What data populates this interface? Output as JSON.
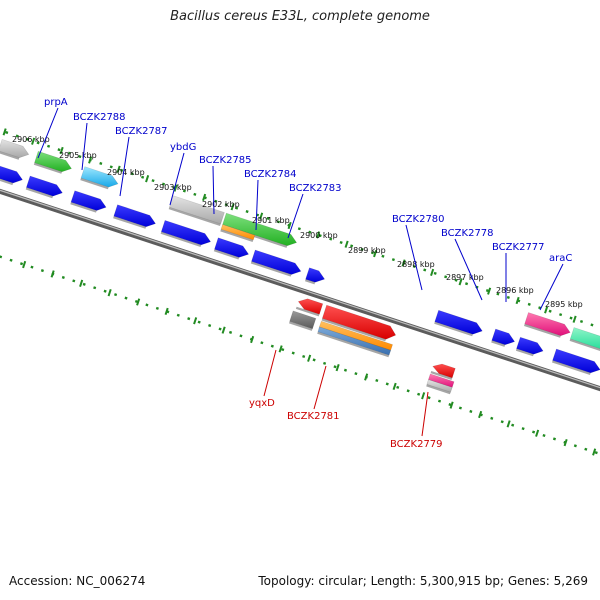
{
  "header": {
    "title": "Bacillus cereus E33L, complete genome"
  },
  "footer": {
    "accession": "Accession: NC_006274",
    "topology": "Topology: circular; Length: 5,300,915 bp; Genes: 5,269"
  },
  "colors": {
    "forward_label": "#0000cc",
    "reverse_label": "#cc0000",
    "axis": "#808080",
    "tick": "#228b22"
  },
  "scale_ticks": [
    {
      "label": "2906 kbp",
      "kbp": 2906
    },
    {
      "label": "2905 kbp",
      "kbp": 2905
    },
    {
      "label": "2904 kbp",
      "kbp": 2904
    },
    {
      "label": "2903 kbp",
      "kbp": 2903
    },
    {
      "label": "2902 kbp",
      "kbp": 2902
    },
    {
      "label": "2901 kbp",
      "kbp": 2901
    },
    {
      "label": "2900 kbp",
      "kbp": 2900
    },
    {
      "label": "2899 kbp",
      "kbp": 2899
    },
    {
      "label": "2898 kbp",
      "kbp": 2898
    },
    {
      "label": "2897 kbp",
      "kbp": 2897
    },
    {
      "label": "2896 kbp",
      "kbp": 2896
    },
    {
      "label": "2895 kbp",
      "kbp": 2895
    }
  ],
  "forward_labels": [
    {
      "text": "prpA"
    },
    {
      "text": "BCZK2788"
    },
    {
      "text": "BCZK2787"
    },
    {
      "text": "ybdG"
    },
    {
      "text": "BCZK2785"
    },
    {
      "text": "BCZK2784"
    },
    {
      "text": "BCZK2783"
    },
    {
      "text": "BCZK2780"
    },
    {
      "text": "BCZK2778"
    },
    {
      "text": "BCZK2777"
    },
    {
      "text": "araC"
    }
  ],
  "reverse_labels": [
    {
      "text": "yqxD"
    },
    {
      "text": "BCZK2781"
    },
    {
      "text": "BCZK2779"
    }
  ]
}
